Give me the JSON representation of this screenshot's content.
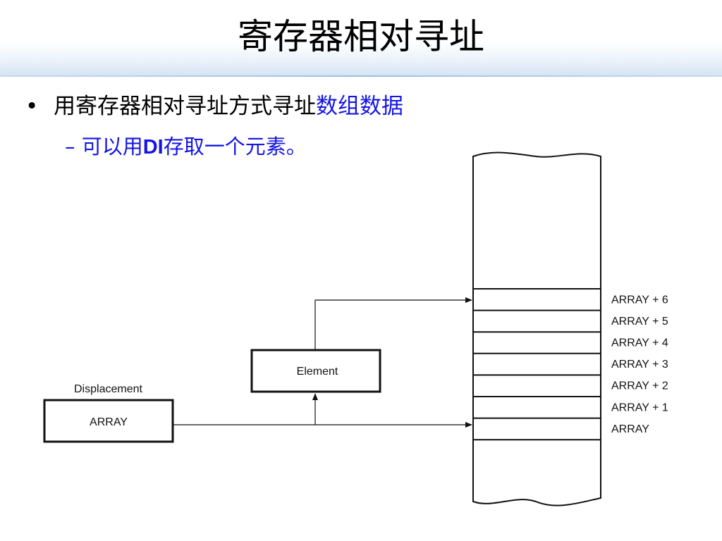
{
  "slide": {
    "title": "寄存器相对寻址",
    "bullet_1": {
      "marker": "•",
      "text": "用寄存器相对寻址方式寻址",
      "highlight": "数组数据"
    },
    "bullet_2": {
      "marker": "–",
      "text_before": "可以用",
      "bold": "DI",
      "text_after": "存取一个元素。"
    }
  },
  "diagram": {
    "displacement_label": "Displacement",
    "displacement_box": "ARRAY",
    "element_box": "Element",
    "memory_cells": [
      "ARRAY + 6",
      "ARRAY + 5",
      "ARRAY + 4",
      "ARRAY + 3",
      "ARRAY + 2",
      "ARRAY + 1",
      "ARRAY"
    ]
  },
  "colors": {
    "highlight": "#1414e6",
    "title_band": "#d4e3f3"
  }
}
